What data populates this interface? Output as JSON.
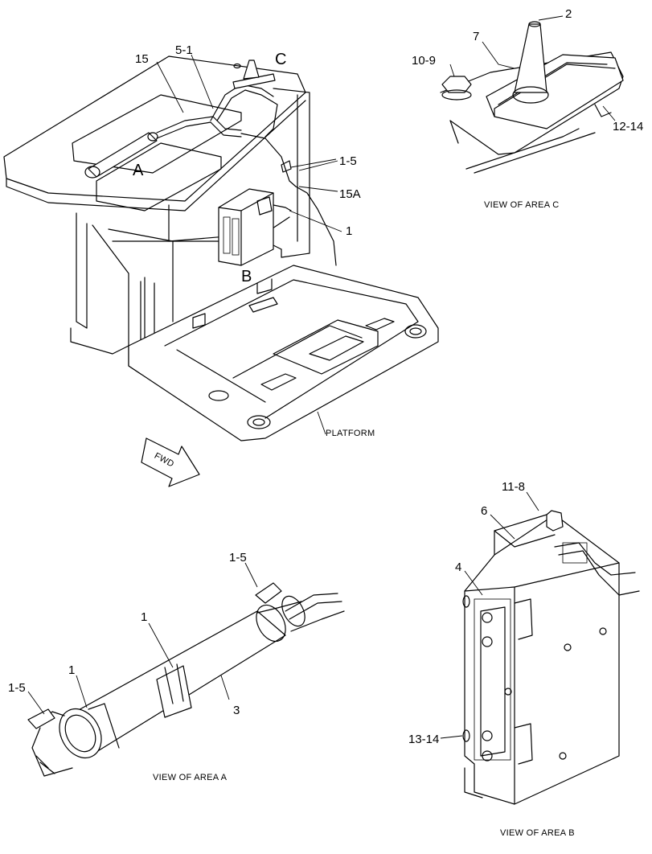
{
  "labels": {
    "main_15": "15",
    "main_5_1": "5-1",
    "main_c": "C",
    "main_a": "A",
    "main_1_5": "1-5",
    "main_15a": "15A",
    "main_1": "1",
    "main_b": "B",
    "platform": "PLATFORM",
    "fwd": "FWD",
    "c_2": "2",
    "c_7": "7",
    "c_10_9": "10-9",
    "c_12_14": "12-14",
    "view_c": "VIEW OF AREA  C",
    "a_1_5_top": "1-5",
    "a_1_center": "1",
    "a_1_5_left": "1-5",
    "a_1_left": "1",
    "a_3": "3",
    "view_a": "VIEW OF AREA  A",
    "b_11_8": "11-8",
    "b_6": "6",
    "b_4": "4",
    "b_13_14": "13-14",
    "view_b": "VIEW OF AREA  B"
  }
}
